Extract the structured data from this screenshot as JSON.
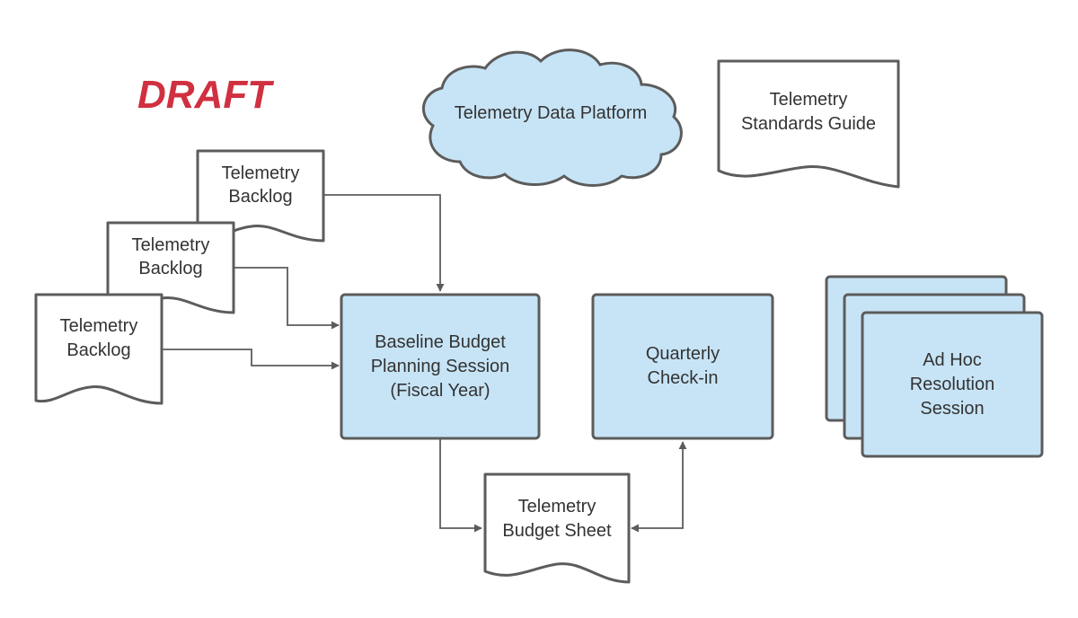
{
  "diagram": {
    "draft_label": "DRAFT",
    "nodes": {
      "backlog_1": {
        "lines": [
          "Telemetry",
          "Backlog"
        ]
      },
      "backlog_2": {
        "lines": [
          "Telemetry",
          "Backlog"
        ]
      },
      "backlog_3": {
        "lines": [
          "Telemetry",
          "Backlog"
        ]
      },
      "data_platform": {
        "lines": [
          "Telemetry Data Platform"
        ]
      },
      "standards_guide": {
        "lines": [
          "Telemetry",
          "Standards Guide"
        ]
      },
      "baseline_session": {
        "lines": [
          "Baseline Budget",
          "Planning Session",
          "(Fiscal Year)"
        ]
      },
      "quarterly_checkin": {
        "lines": [
          "Quarterly",
          "Check-in"
        ]
      },
      "adhoc_session": {
        "lines": [
          "Ad Hoc",
          "Resolution",
          "Session"
        ]
      },
      "budget_sheet": {
        "lines": [
          "Telemetry",
          "Budget Sheet"
        ]
      }
    },
    "edges": [
      {
        "from": "backlog_1",
        "to": "baseline_session"
      },
      {
        "from": "backlog_2",
        "to": "baseline_session"
      },
      {
        "from": "backlog_3",
        "to": "baseline_session"
      },
      {
        "from": "baseline_session",
        "to": "budget_sheet"
      },
      {
        "from": "budget_sheet",
        "to": "quarterly_checkin",
        "bidirectional": true
      }
    ],
    "colors": {
      "process_fill": "#c7e4f6",
      "document_fill": "#ffffff",
      "stroke": "#5c5c5c",
      "draft_text": "#d03040"
    }
  }
}
